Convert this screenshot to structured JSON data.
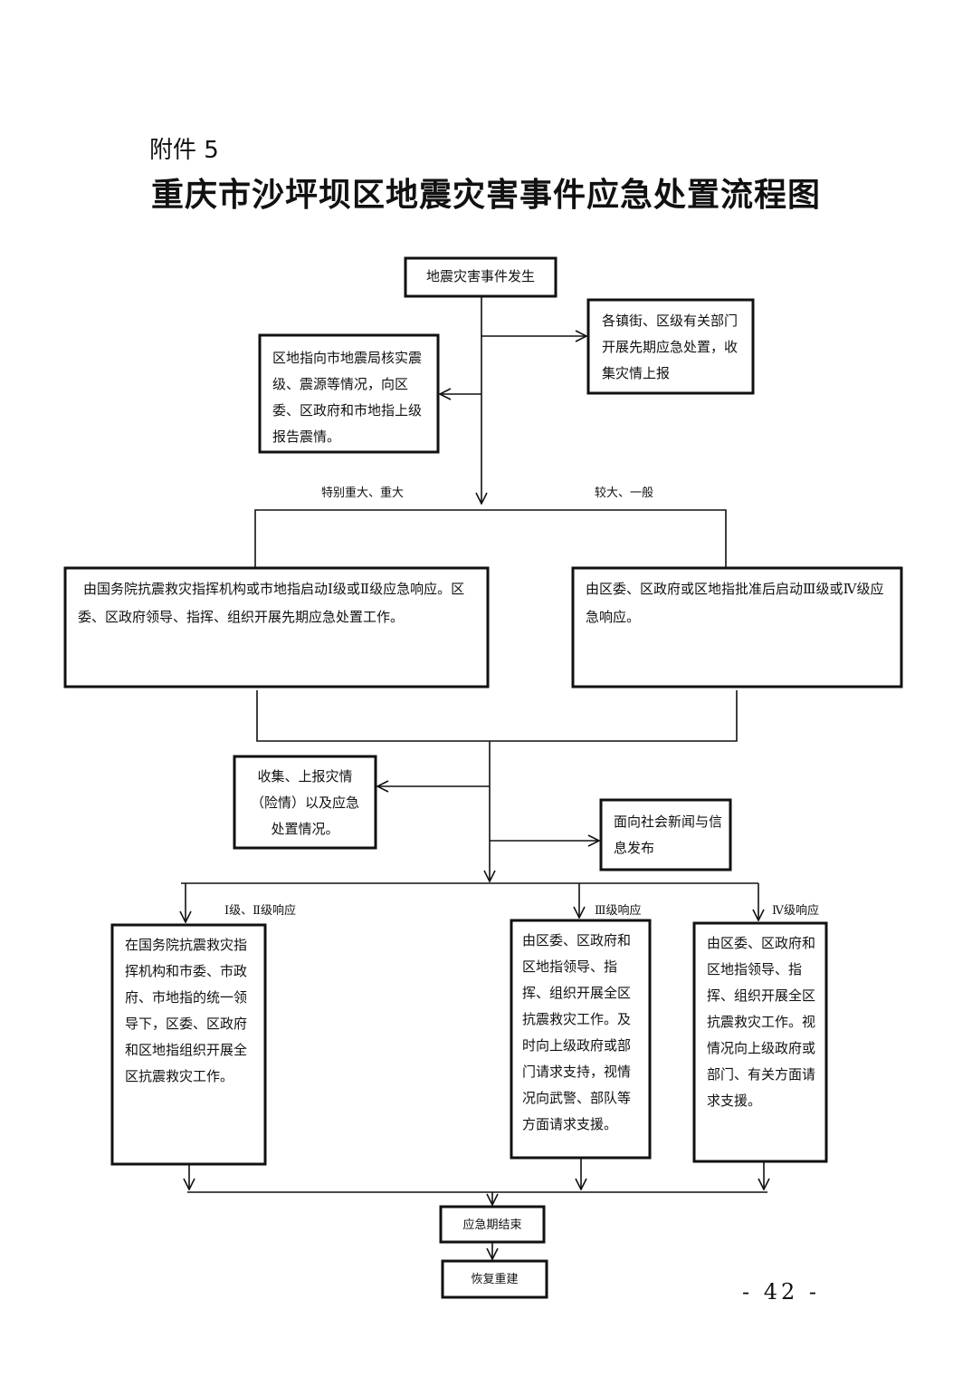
{
  "document": {
    "attachment_label": "附件 5",
    "title": "重庆市沙坪坝区地震灾害事件应急处置流程图",
    "page_number": "- 42 -"
  },
  "flow": {
    "start": "地震灾害事件发生",
    "town_response": "各镇街、区级有关部门开展先期应急处置，收集灾情上报",
    "verify_report": "区地指向市地震局核实震级、震源等情况，向区委、区政府和市地指上级报告震情。",
    "branch_major_label": "特别重大、重大",
    "branch_minor_label": "较大、一般",
    "major_start": "由国务院抗震救灾指挥机构或市地指启动Ⅰ级或Ⅱ级应急响应。区委、区政府领导、指挥、组织开展先期应急处置工作。",
    "minor_start": "由区委、区政府或区地指批准后启动Ⅲ级或Ⅳ级应急响应。",
    "collect_report": "收集、上报灾情（险情）以及应急处置情况。",
    "news_release": "面向社会新闻与信息发布",
    "level12_label": "Ⅰ级、Ⅱ级响应",
    "level3_label": "Ⅲ级响应",
    "level4_label": "Ⅳ级响应",
    "level12_text": "在国务院抗震救灾指挥机构和市委、市政府、市地指的统一领导下，区委、区政府和区地指组织开展全区抗震救灾工作。",
    "level3_text": "由区委、区政府和区地指领导、指挥、组织开展全区抗震救灾工作。及时向上级政府或部门请求支持，视情况向武警、部队等方面请求支援。",
    "level4_text": "由区委、区政府和区地指领导、指挥、组织开展全区抗震救灾工作。视情况向上级政府或部门、有关方面请求支援。",
    "end_emergency": "应急期结束",
    "recovery": "恢复重建"
  }
}
